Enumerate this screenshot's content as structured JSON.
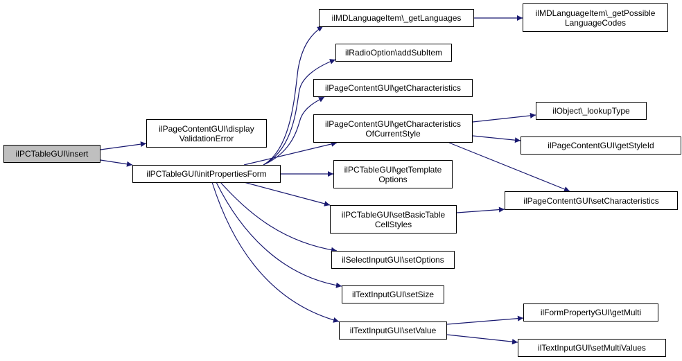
{
  "diagram": {
    "type": "call-graph",
    "edge_color": "#191970",
    "nodes": [
      {
        "id": "insert",
        "label": "ilPCTableGUI\\insert",
        "root": true
      },
      {
        "id": "displayValidationError",
        "label": "ilPageContentGUI\\display\nValidationError"
      },
      {
        "id": "initPropertiesForm",
        "label": "ilPCTableGUI\\initPropertiesForm"
      },
      {
        "id": "getLanguages",
        "label": "ilMDLanguageItem\\_getLanguages"
      },
      {
        "id": "getPossibleLanguageCodes",
        "label": "ilMDLanguageItem\\_getPossible\nLanguageCodes"
      },
      {
        "id": "addSubItem",
        "label": "ilRadioOption\\addSubItem"
      },
      {
        "id": "getCharacteristics",
        "label": "ilPageContentGUI\\getCharacteristics"
      },
      {
        "id": "getCharacteristicsOfCurrentStyle",
        "label": "ilPageContentGUI\\getCharacteristics\nOfCurrentStyle"
      },
      {
        "id": "lookupType",
        "label": "ilObject\\_lookupType"
      },
      {
        "id": "getStyleId",
        "label": "ilPageContentGUI\\getStyleId"
      },
      {
        "id": "getTemplateOptions",
        "label": "ilPCTableGUI\\getTemplate\nOptions"
      },
      {
        "id": "setCharacteristics",
        "label": "ilPageContentGUI\\setCharacteristics"
      },
      {
        "id": "setBasicTableCellStyles",
        "label": "ilPCTableGUI\\setBasicTable\nCellStyles"
      },
      {
        "id": "setOptions",
        "label": "ilSelectInputGUI\\setOptions"
      },
      {
        "id": "setSize",
        "label": "ilTextInputGUI\\setSize"
      },
      {
        "id": "setValue",
        "label": "ilTextInputGUI\\setValue"
      },
      {
        "id": "getMulti",
        "label": "ilFormPropertyGUI\\getMulti"
      },
      {
        "id": "setMultiValues",
        "label": "ilTextInputGUI\\setMultiValues"
      }
    ],
    "edges": [
      [
        "insert",
        "displayValidationError"
      ],
      [
        "insert",
        "initPropertiesForm"
      ],
      [
        "initPropertiesForm",
        "getLanguages"
      ],
      [
        "initPropertiesForm",
        "addSubItem"
      ],
      [
        "initPropertiesForm",
        "getCharacteristics"
      ],
      [
        "initPropertiesForm",
        "getCharacteristicsOfCurrentStyle"
      ],
      [
        "initPropertiesForm",
        "getTemplateOptions"
      ],
      [
        "initPropertiesForm",
        "setBasicTableCellStyles"
      ],
      [
        "initPropertiesForm",
        "setOptions"
      ],
      [
        "initPropertiesForm",
        "setSize"
      ],
      [
        "initPropertiesForm",
        "setValue"
      ],
      [
        "getLanguages",
        "getPossibleLanguageCodes"
      ],
      [
        "getCharacteristicsOfCurrentStyle",
        "lookupType"
      ],
      [
        "getCharacteristicsOfCurrentStyle",
        "getStyleId"
      ],
      [
        "getCharacteristicsOfCurrentStyle",
        "setCharacteristics"
      ],
      [
        "setBasicTableCellStyles",
        "setCharacteristics"
      ],
      [
        "setValue",
        "getMulti"
      ],
      [
        "setValue",
        "setMultiValues"
      ]
    ]
  }
}
